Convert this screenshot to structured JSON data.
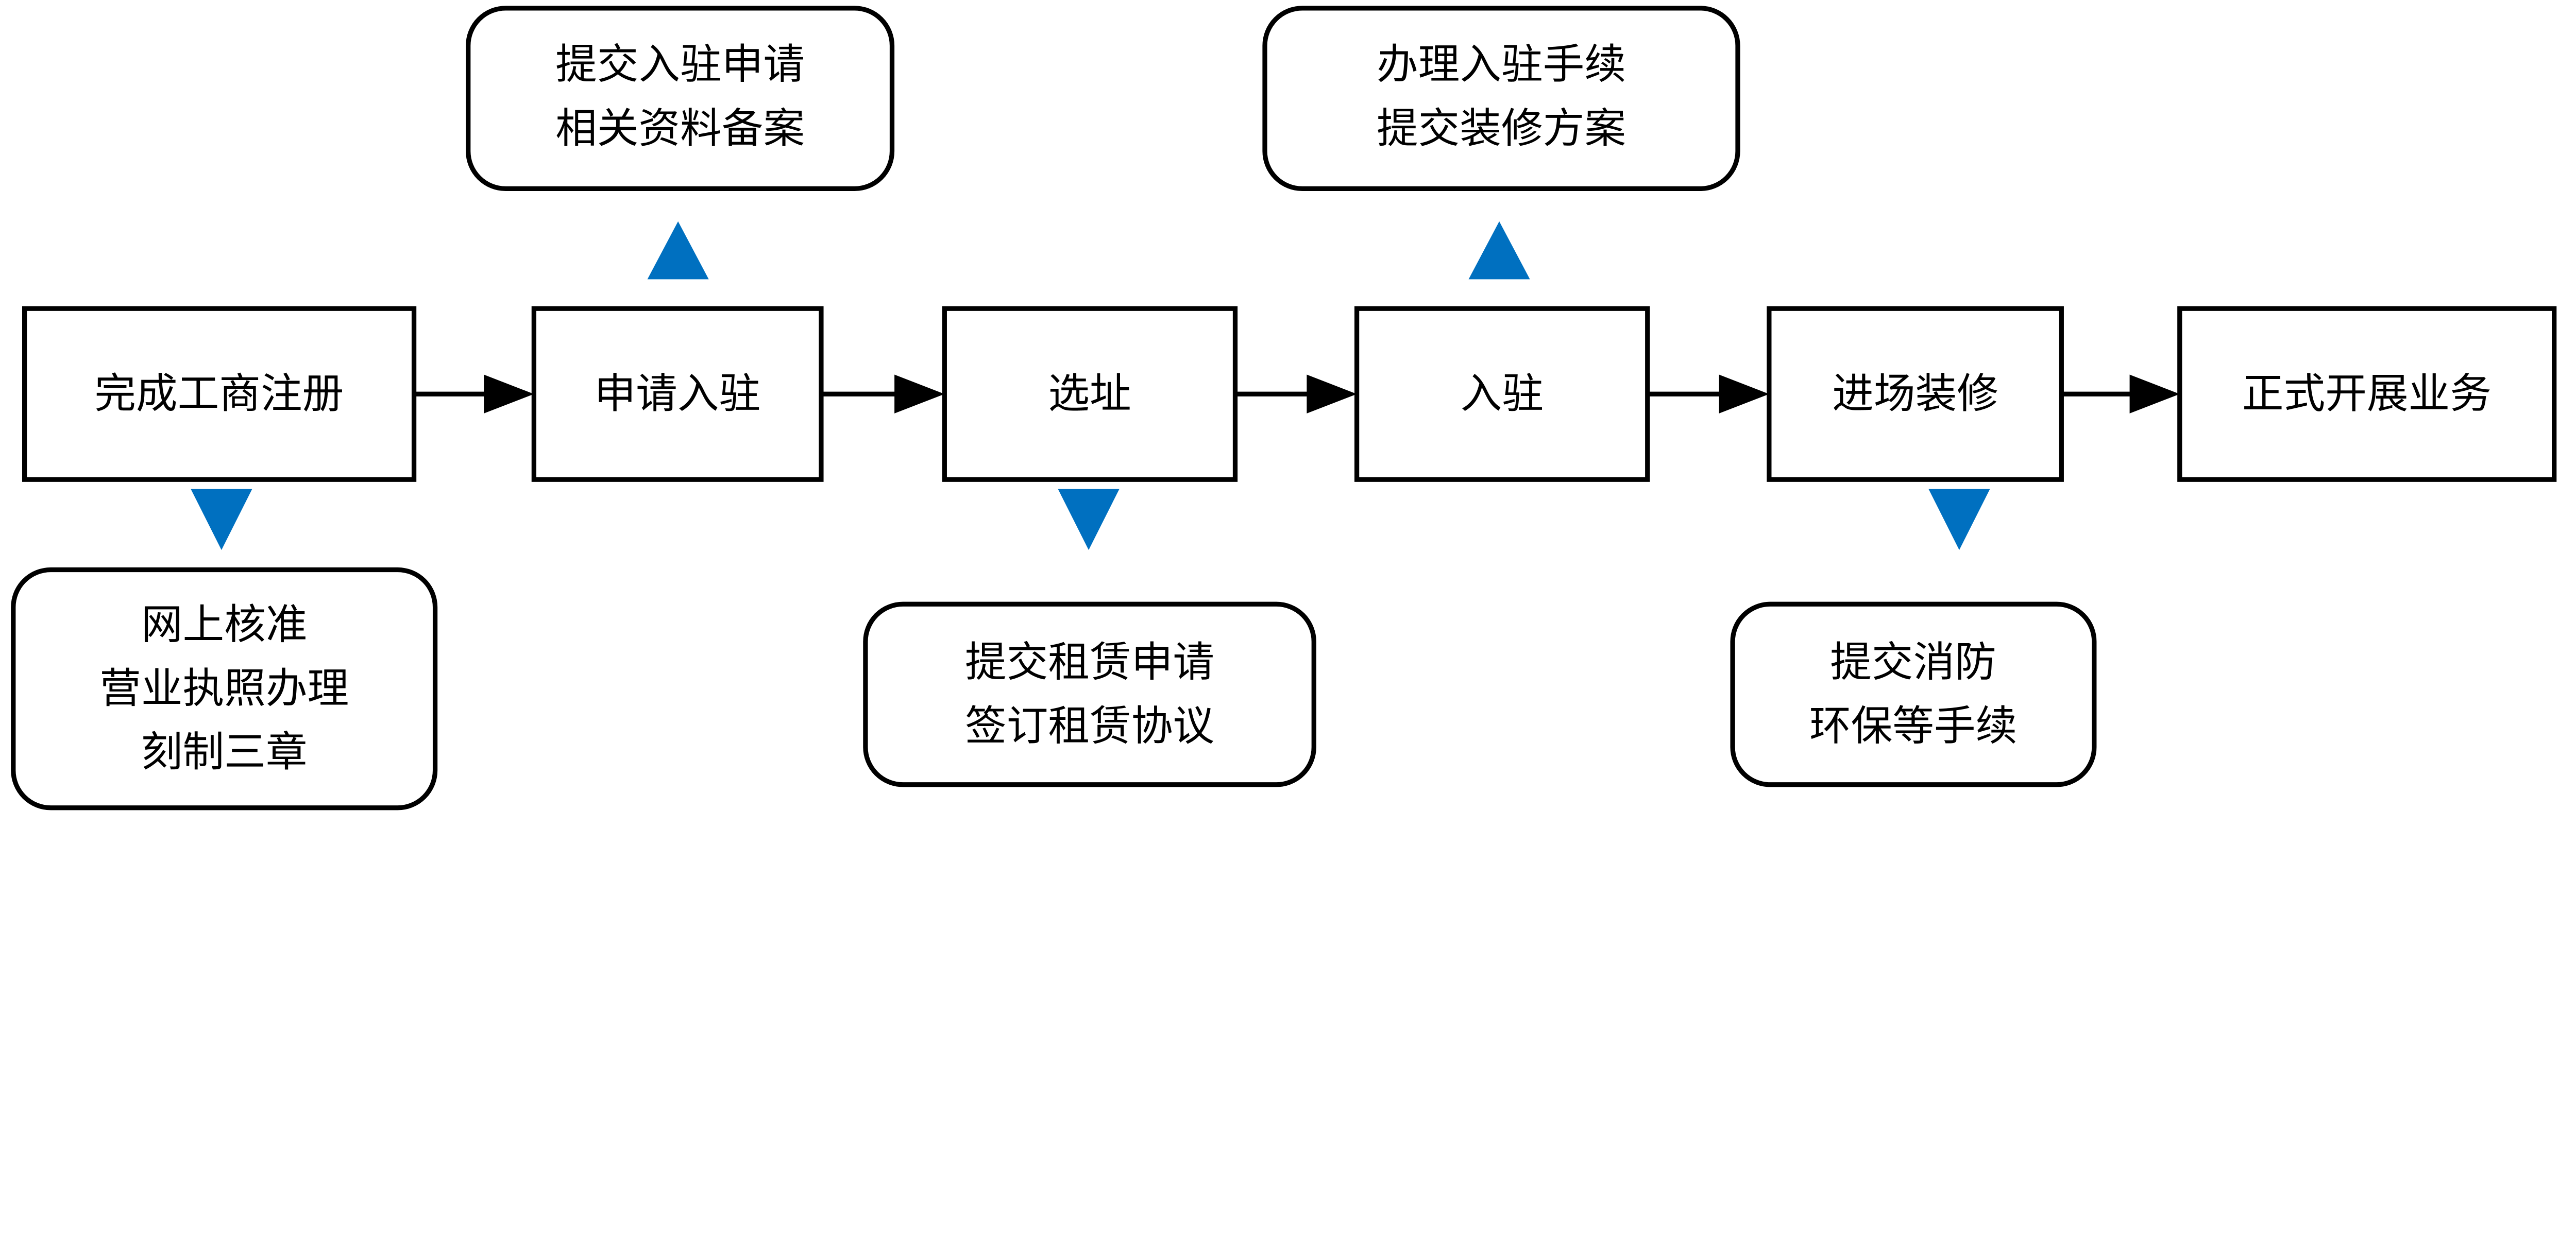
{
  "colors": {
    "triangle": "#0070C0",
    "stroke": "#000000"
  },
  "steps": [
    {
      "label": "完成工商注册"
    },
    {
      "label": "申请入驻"
    },
    {
      "label": "选址"
    },
    {
      "label": "入驻"
    },
    {
      "label": "进场装修"
    },
    {
      "label": "正式开展业务"
    }
  ],
  "notes": [
    {
      "lines": [
        "网上核准",
        "营业执照办理",
        "刻制三章"
      ]
    },
    {
      "lines": [
        "提交入驻申请",
        "相关资料备案"
      ]
    },
    {
      "lines": [
        "提交租赁申请",
        "签订租赁协议"
      ]
    },
    {
      "lines": [
        "办理入驻手续",
        "提交装修方案"
      ]
    },
    {
      "lines": [
        "提交消防",
        "环保等手续"
      ]
    }
  ]
}
